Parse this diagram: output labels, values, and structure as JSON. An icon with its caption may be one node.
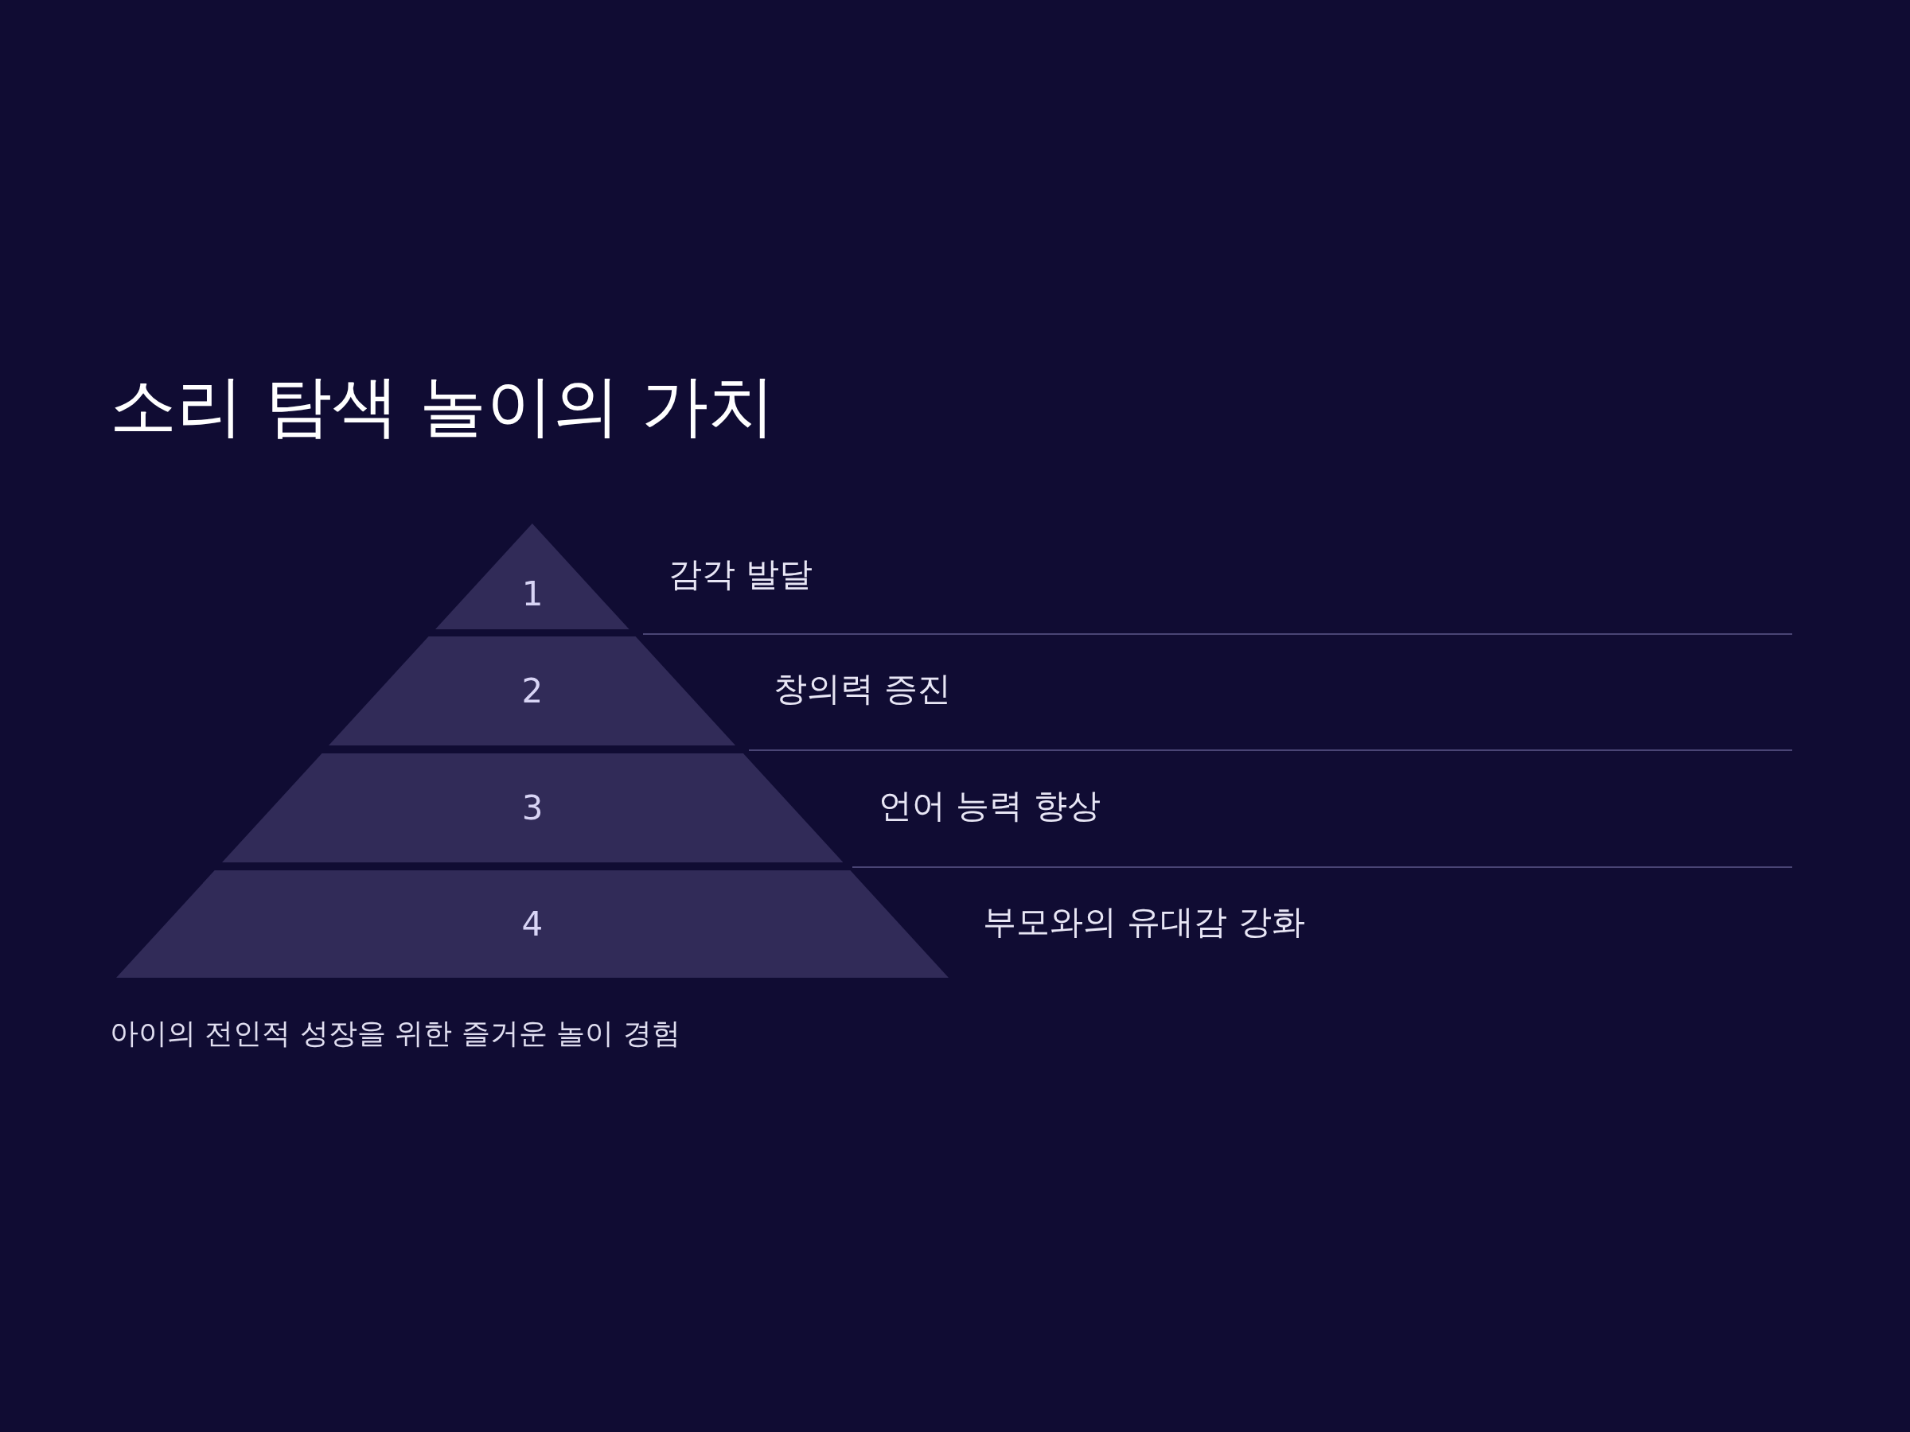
{
  "diagram": {
    "title": "소리 탐색 놀이의 가치",
    "nodes": [
      {
        "text": [
          "1"
        ],
        "beside": [
          "감각 발달"
        ]
      },
      {
        "text": [
          "2"
        ],
        "beside": [
          "창의력 증진"
        ]
      },
      {
        "text": [
          "3"
        ],
        "beside": [
          "언어 능력 향상"
        ]
      },
      {
        "text": [
          "4"
        ],
        "beside": [
          "부모와의 유대감 강화"
        ]
      }
    ],
    "edges": [],
    "caption": "아이의 전인적 성장을 위한 즐거운 놀이 경험"
  }
}
